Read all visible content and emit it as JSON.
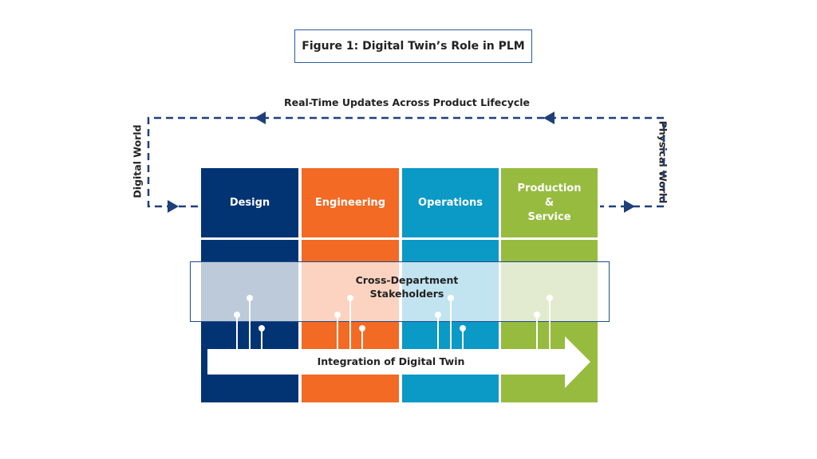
{
  "figure": {
    "title": "Figure 1: Digital Twin’s Role in PLM",
    "loop_label": "Real-Time Updates Across Product Lifecycle",
    "left_side_label": "Digital World",
    "right_side_label": "Physical World"
  },
  "stages": [
    {
      "label": "Design",
      "color": "#023473"
    },
    {
      "label": "Engineering",
      "color": "#f26a24"
    },
    {
      "label": "Operations",
      "color": "#0b99c6"
    },
    {
      "label": "Production & Service",
      "color": "#97bb3e"
    }
  ],
  "overlay": {
    "label_line1": "Cross-Department",
    "label_line2": "Stakeholders",
    "tints": [
      "#bccad9",
      "#fbd3c0",
      "#c1e4f0",
      "#e2ebcf"
    ]
  },
  "integration_arrow": {
    "label": "Integration of Digital Twin"
  },
  "connector_pins_per_stage": [
    3,
    3,
    3,
    2
  ],
  "colors": {
    "line": "#1f3f7a",
    "box_border": "#2a5b9a"
  }
}
